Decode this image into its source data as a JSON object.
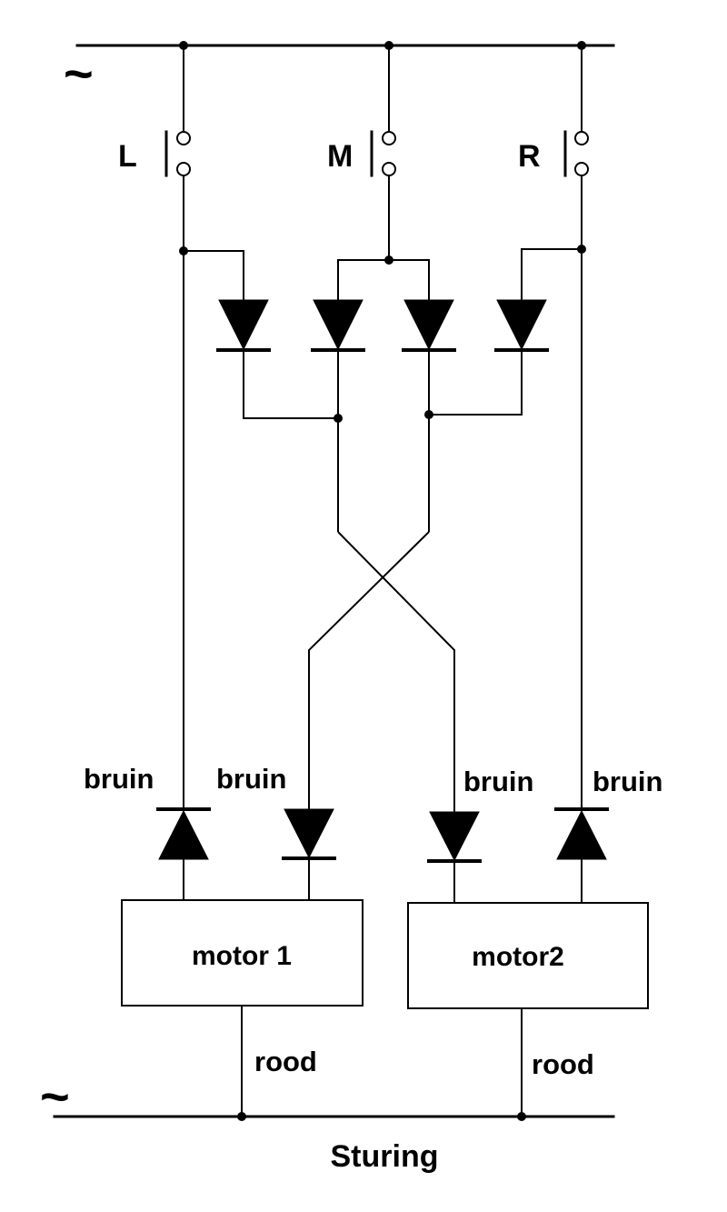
{
  "labels": {
    "ac_top": "~",
    "ac_bottom": "~",
    "switch_left": "L",
    "switch_middle": "M",
    "switch_right": "R",
    "wire_color_brown": "bruin",
    "wire_color_red": "rood",
    "motor_1": "motor 1",
    "motor_2": "motor2",
    "caption": "Sturing"
  }
}
